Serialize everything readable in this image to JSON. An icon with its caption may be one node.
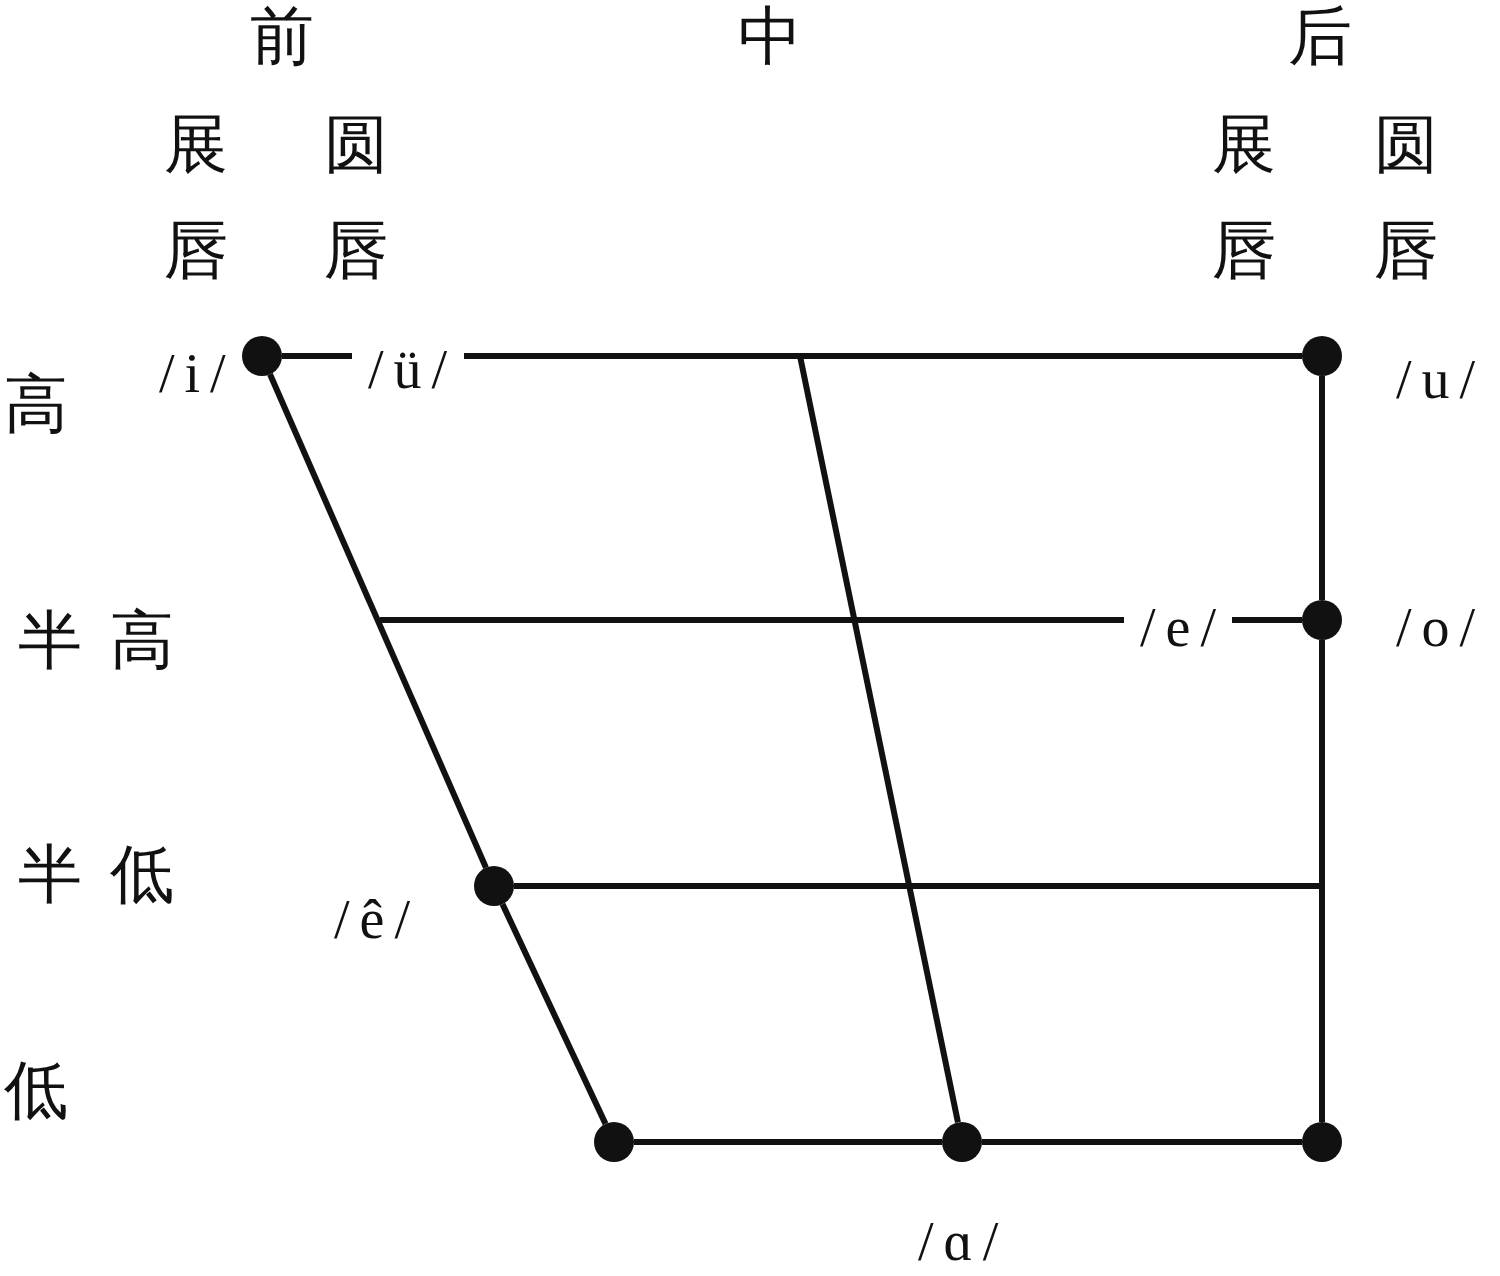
{
  "diagram": {
    "nodes": [
      {
        "text": [],
        "shape": "circle",
        "beside": [
          "/i/"
        ]
      },
      {
        "text": [
          "/ü/"
        ]
      },
      {
        "text": [],
        "shape": "circle",
        "beside": [
          "/u/"
        ]
      },
      {
        "text": [
          "/e/"
        ]
      },
      {
        "text": [],
        "shape": "circle",
        "beside": [
          "/o/"
        ]
      },
      {
        "text": [],
        "shape": "circle",
        "beside": [
          "/ê/"
        ]
      },
      {
        "text": [],
        "shape": "circle"
      },
      {
        "text": [],
        "shape": "circle",
        "beside": [
          "/ɑ/"
        ]
      },
      {
        "text": [],
        "shape": "circle"
      }
    ],
    "edges": [
      {
        "from": 0,
        "to": 1,
        "arrow": "none"
      },
      {
        "from": 1,
        "to": 2,
        "arrow": "none"
      },
      {
        "from": 0,
        "to": 5,
        "arrow": "none"
      },
      {
        "from": 5,
        "to": 6,
        "arrow": "none"
      },
      {
        "from": 6,
        "to": 7,
        "arrow": "none"
      },
      {
        "from": 7,
        "to": 8,
        "arrow": "none"
      },
      {
        "from": 2,
        "to": 4,
        "arrow": "none"
      },
      {
        "from": 4,
        "to": 8,
        "arrow": "none"
      },
      {
        "from": 3,
        "to": 4,
        "arrow": "none"
      },
      {
        "from": null,
        "to": 3,
        "arrow": "none"
      },
      {
        "from": 5,
        "to": null,
        "arrow": "none"
      },
      {
        "from": null,
        "to": 7,
        "arrow": "none"
      }
    ],
    "labels": [
      "前",
      "中",
      "后",
      "展唇",
      "圆唇",
      "展唇",
      "圆唇",
      "高",
      "半高",
      "半低",
      "低"
    ]
  }
}
